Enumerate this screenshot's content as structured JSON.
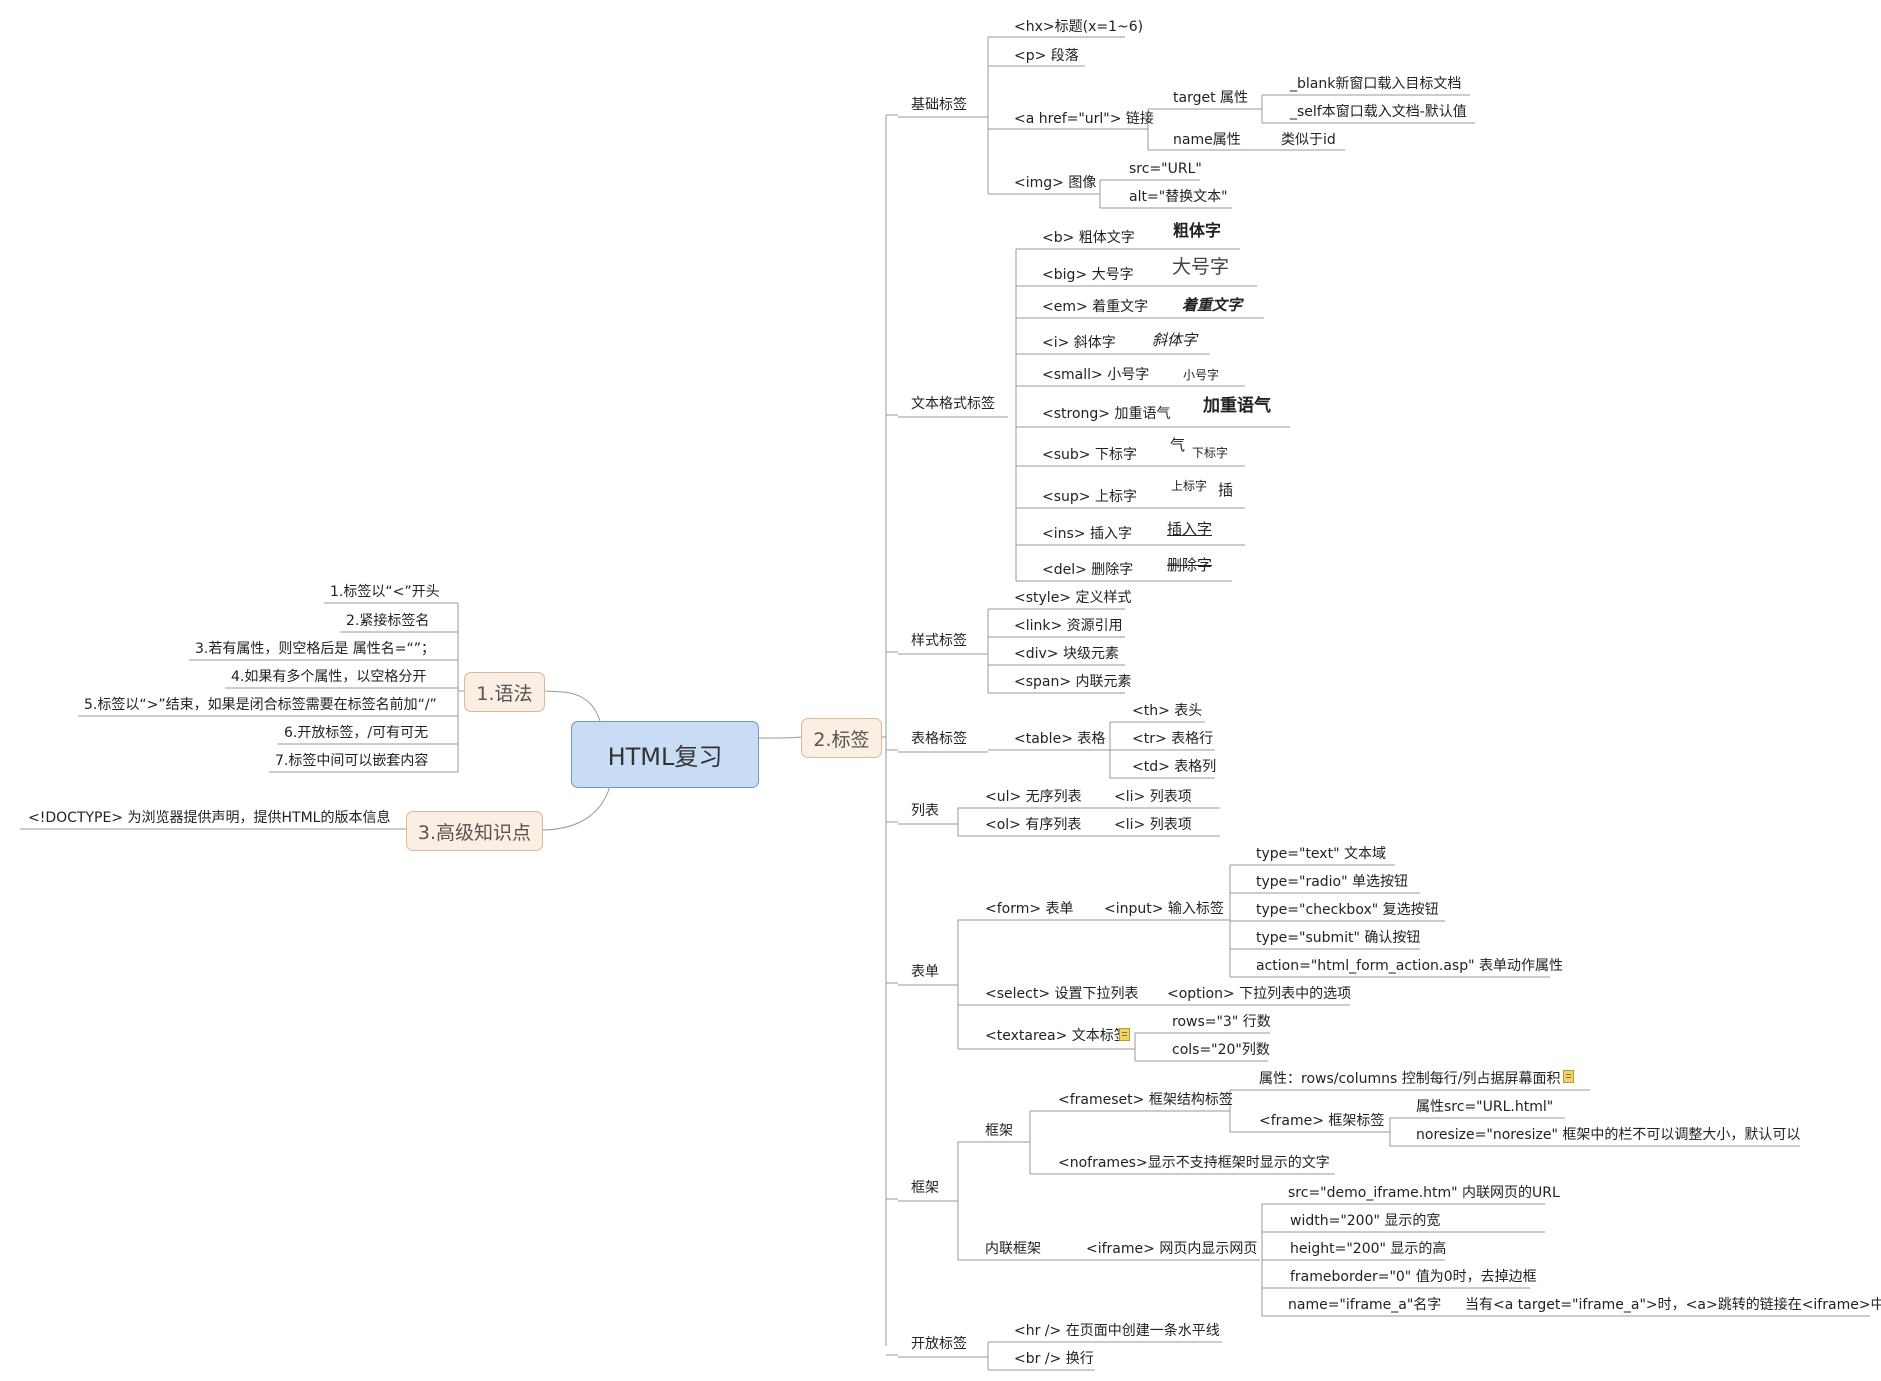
{
  "root": "HTML复习",
  "mains": {
    "syntax": "1.语法",
    "tags": "2.标签",
    "advanced": "3.高级知识点"
  },
  "syntax_items": [
    "1.标签以“<”开头",
    "2.紧接标签名",
    "3.若有属性，则空格后是 属性名=“”；",
    "4.如果有多个属性，以空格分开",
    "5.标签以“>”结束，如果是闭合标签需要在标签名前加“/”",
    "6.开放标签，/可有可无",
    "7.标签中间可以嵌套内容"
  ],
  "advanced_item": "<!DOCTYPE> 为浏览器提供声明，提供HTML的版本信息",
  "categories": {
    "basic": "基础标签",
    "textfmt": "文本格式标签",
    "style": "样式标签",
    "table": "表格标签",
    "list": "列表",
    "form": "表单",
    "frame": "框架",
    "open": "开放标签"
  },
  "basic": {
    "hx": "<hx>标题(x=1~6)",
    "p": "<p> 段落",
    "a": "<a  href=\"url\"> 链接",
    "target": "target 属性",
    "blank": "_blank新窗口载入目标文档",
    "self": "_self本窗口载入文档-默认值",
    "name": "name属性",
    "name_desc": "类似于id",
    "img": "<img>  图像",
    "src": "src=\"URL\"",
    "alt": "alt=\"替换文本\""
  },
  "textfmt": {
    "b": "<b> 粗体文字",
    "b_ex": "粗体字",
    "big": "<big> 大号字",
    "big_ex": "大号字",
    "em": "<em> 着重文字",
    "em_ex": "着重文字",
    "i": "<i> 斜体字",
    "i_ex": "斜体字",
    "small": "<small> 小号字",
    "small_ex": "小号字",
    "strong": "<strong> 加重语气",
    "strong_ex": "加重语气",
    "sub": "<sub> 下标字",
    "sub_ex1": "气",
    "sub_ex2": "下标字",
    "sup": "<sup> 上标字",
    "sup_ex1": "上标字",
    "sup_ex2": "插",
    "ins": "<ins> 插入字",
    "ins_ex": "插入字",
    "del": "<del> 删除字",
    "del_ex": "删除字"
  },
  "style": {
    "style": "<style> 定义样式",
    "link": "<link> 资源引用",
    "div": "<div> 块级元素",
    "span": "<span> 内联元素"
  },
  "table": {
    "table": "<table> 表格",
    "th": "<th> 表头",
    "tr": "<tr> 表格行",
    "td": "<td> 表格列"
  },
  "list": {
    "ul": "<ul> 无序列表",
    "ol": "<ol> 有序列表",
    "li1": "<li> 列表项",
    "li2": "<li> 列表项"
  },
  "form": {
    "form": "<form> 表单",
    "input": "<input> 输入标签",
    "text": "type=\"text\" 文本域",
    "radio": "type=\"radio\" 单选按钮",
    "checkbox": "type=\"checkbox\" 复选按钮",
    "submit": "type=\"submit\" 确认按钮",
    "action": "action=\"html_form_action.asp\" 表单动作属性",
    "select": "<select> 设置下拉列表",
    "option": "<option> 下拉列表中的选项",
    "textarea": "<textarea> 文本标签",
    "rows": "rows=\"3\" 行数",
    "cols": "cols=\"20\"列数"
  },
  "frame": {
    "frames": "框架",
    "frameset": "<frameset> 框架结构标签",
    "fs_attr": "属性：rows/columns 控制每行/列占据屏幕面积",
    "frame": "<frame> 框架标签",
    "fr_src": "属性src=\"URL.html\"",
    "fr_noresize": "noresize=\"noresize\" 框架中的栏不可以调整大小，默认可以",
    "noframes": "<noframes>显示不支持框架时显示的文字",
    "inline": "内联框架",
    "iframe": "<iframe> 网页内显示网页",
    "if_src": "src=\"demo_iframe.htm\" 内联网页的URL",
    "if_width": "width=\"200\" 显示的宽",
    "if_height": "height=\"200\" 显示的高",
    "if_border": "frameborder=\"0\" 值为0时，去掉边框",
    "if_name": "name=\"iframe_a\"名字",
    "if_name_desc": "当有<a  target=\"iframe_a\">时，<a>跳转的链接在<iframe>中显示"
  },
  "open": {
    "hr": "<hr /> 在页面中创建一条水平线",
    "br": "<br /> 换行"
  }
}
